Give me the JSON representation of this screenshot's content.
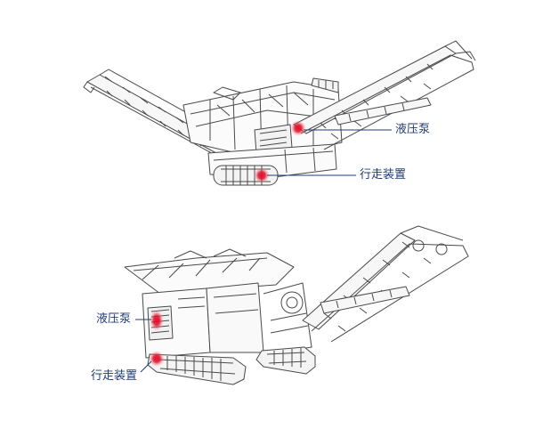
{
  "labels": {
    "top_pump": "液压泵",
    "top_track": "行走装置",
    "bottom_pump": "液压泵",
    "bottom_track": "行走装置"
  },
  "colors": {
    "line_art": "#4a4a4a",
    "leader": "#1f3b73",
    "marker": "#e0102a",
    "marker_glow": "#f6b3b8"
  }
}
